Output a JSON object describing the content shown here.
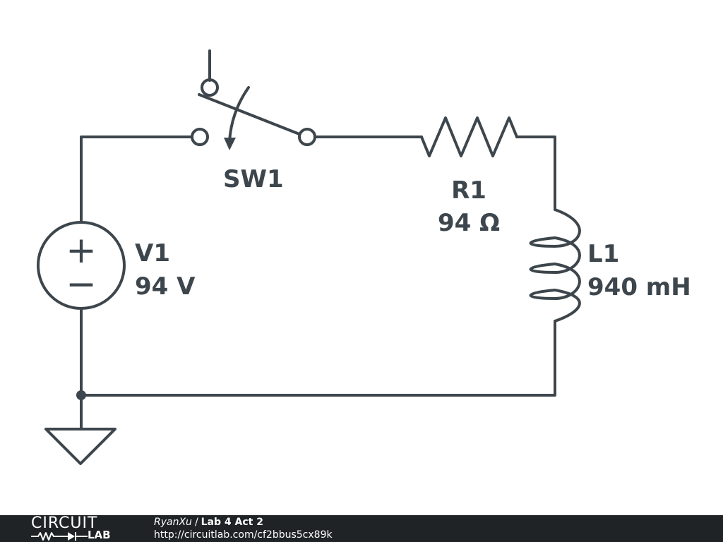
{
  "components": {
    "switch": {
      "name": "SW1"
    },
    "resistor": {
      "name": "R1",
      "value": "94 Ω"
    },
    "source": {
      "name": "V1",
      "value": "94 V",
      "plus": "+",
      "minus": "−"
    },
    "inductor": {
      "name": "L1",
      "value": "940 mH"
    }
  },
  "footer": {
    "logo_top": "CIRCUIT",
    "logo_bottom": "LAB",
    "author": "RyanXu",
    "separator": "/",
    "project": "Lab 4 Act 2",
    "url": "http://circuitlab.com/cf2bbus5cx89k"
  },
  "colors": {
    "wire": "#3d464c",
    "footer_bg": "#1f2326",
    "footer_text": "#ffffff"
  }
}
